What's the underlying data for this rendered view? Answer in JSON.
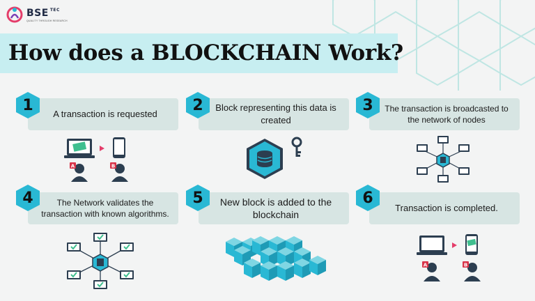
{
  "logo": {
    "brand": "BSE",
    "suffix": "TEC",
    "tagline": "QUALITY THROUGH RESEARCH"
  },
  "title": "How does a BLOCKCHAIN Work?",
  "steps": [
    {
      "num": "1",
      "text": "A transaction is requested"
    },
    {
      "num": "2",
      "text": "Block representing this data is created"
    },
    {
      "num": "3",
      "text": "The transaction is broadcasted to the network of nodes"
    },
    {
      "num": "4",
      "text": "The Network validates the transaction with known algorithms."
    },
    {
      "num": "5",
      "text": "New block is added to the blockchain"
    },
    {
      "num": "6",
      "text": "Transaction is completed."
    }
  ],
  "users": {
    "a": "A",
    "b": "B"
  },
  "colors": {
    "accent": "#29b8d4",
    "box": "#d7e5e3",
    "title_band": "#c7eef1",
    "node": "#2c3e50",
    "check": "#3fbf8f",
    "user_red": "#d9344a"
  }
}
